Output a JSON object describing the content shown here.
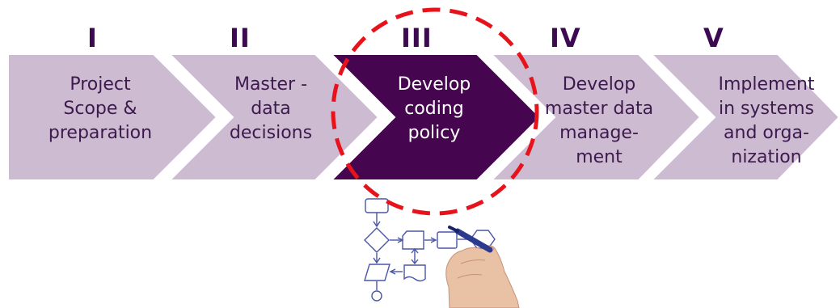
{
  "colors": {
    "chevron_fill": "#cdbbd2",
    "chevron_active_fill": "#46064f",
    "chevron_stroke": "#ffffff",
    "numeral_color": "#3d0a52",
    "label_color": "#3d1a4d",
    "label_active_color": "#ffffff",
    "highlight_circle": "#e8121b",
    "sketch_ink": "#4a55a8"
  },
  "steps": [
    {
      "numeral": "I",
      "label": "Project\nScope &\npreparation",
      "active": false
    },
    {
      "numeral": "II",
      "label": "Master -\ndata\ndecisions",
      "active": false
    },
    {
      "numeral": "III",
      "label": "Develop\ncoding\npolicy",
      "active": true
    },
    {
      "numeral": "IV",
      "label": "Develop\nmaster data\nmanage-\nment",
      "active": false
    },
    {
      "numeral": "V",
      "label": "Implement\nin systems\nand orga-\nnization",
      "active": false
    }
  ],
  "highlight": {
    "style": "dashed-circle",
    "target_step": "III"
  },
  "illustration": {
    "subject": "hand-drawing-flowchart"
  }
}
